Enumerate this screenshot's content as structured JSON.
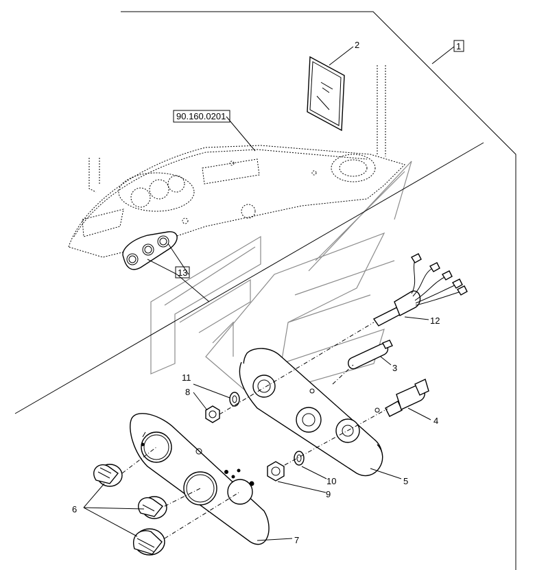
{
  "callouts": {
    "c1": "1",
    "c2": "2",
    "c3": "3",
    "c4": "4",
    "c5": "5",
    "c6": "6",
    "c7": "7",
    "c8": "8",
    "c9": "9",
    "c10": "10",
    "c11": "11",
    "c12": "12",
    "c13": "13"
  },
  "reference": "90.160.0201"
}
